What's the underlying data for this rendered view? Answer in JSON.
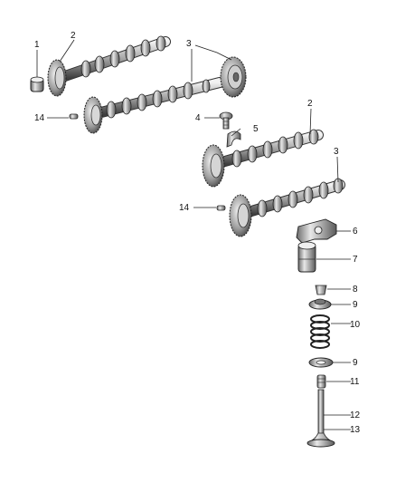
{
  "callouts": {
    "c1": "1",
    "c2a": "2",
    "c3a": "3",
    "c3b": "3",
    "c14a": "14",
    "c4": "4",
    "c5": "5",
    "c2b": "2",
    "c3c": "3",
    "c14b": "14",
    "c6": "6",
    "c7": "7",
    "c8": "8",
    "c9a": "9",
    "c10": "10",
    "c9b": "9",
    "c11": "11",
    "c12": "12",
    "c13": "13"
  },
  "colors": {
    "line": "#222222",
    "metal_dark": "#555555",
    "metal_mid": "#9a9a9a",
    "metal_light": "#e6e6e6",
    "background": "#ffffff"
  }
}
